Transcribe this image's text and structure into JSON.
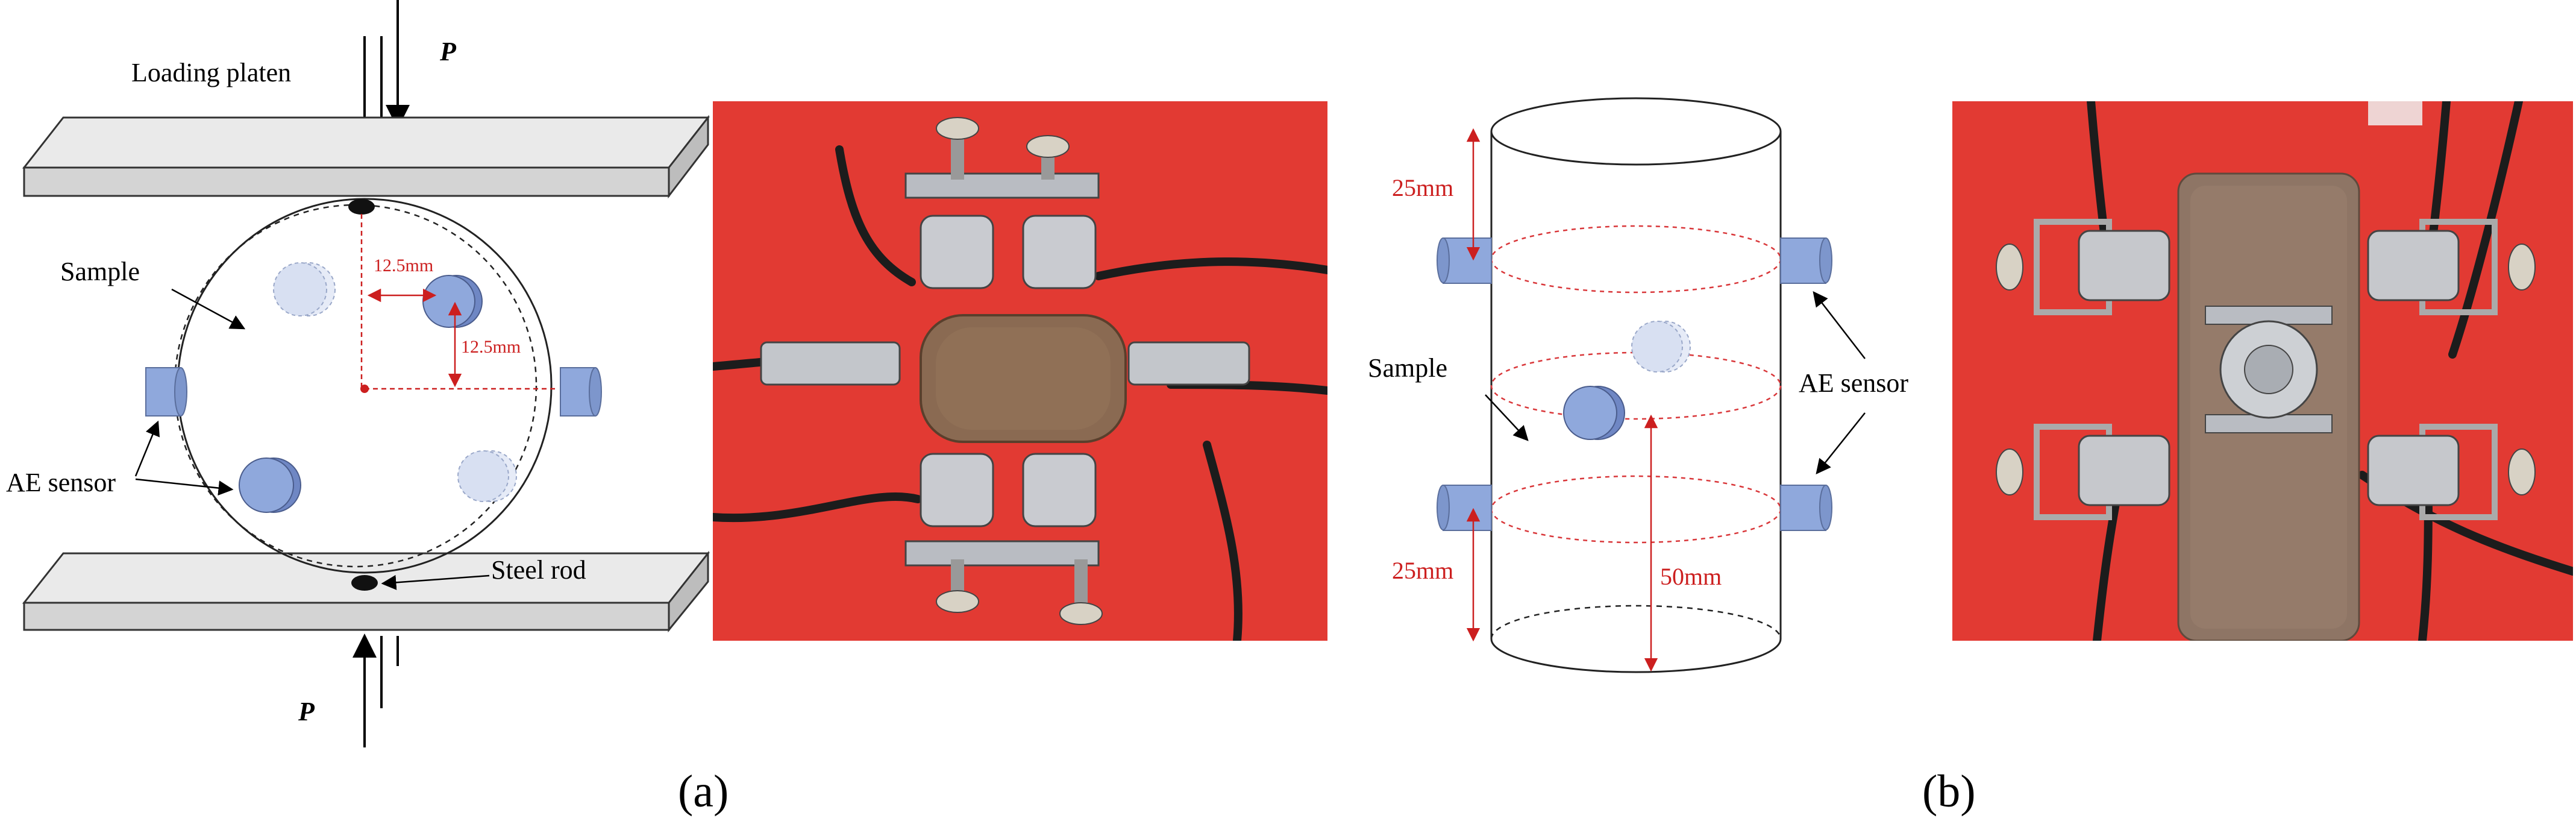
{
  "panel_a": {
    "label": "(a)",
    "load_top": "P",
    "load_bottom": "P",
    "loading_platen": "Loading platen",
    "sample": "Sample",
    "ae_sensor": "AE sensor",
    "steel_rod": "Steel rod",
    "dim_horizontal": "12.5mm",
    "dim_vertical": "12.5mm"
  },
  "panel_b": {
    "label": "(b)",
    "dim_top": "25mm",
    "dim_bottom": "25mm",
    "dim_height": "50mm",
    "sample": "Sample",
    "ae_sensor": "AE sensor"
  },
  "colors": {
    "sensor": "#8fa8dc",
    "sensor_faded": "#d8e0f2",
    "dimension": "#cc1f1f",
    "platen": "#d4d4d4",
    "photo_background": "#e23a33",
    "rock": "#8a6a52"
  }
}
